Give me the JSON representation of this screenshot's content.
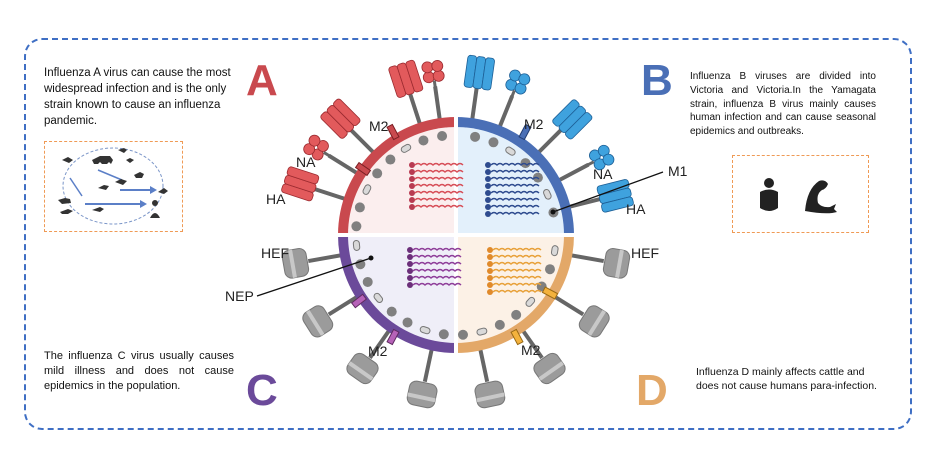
{
  "letters": {
    "a": "A",
    "b": "B",
    "c": "C",
    "d": "D"
  },
  "descriptions": {
    "a": "Influenza A virus can cause the most widespread infection and is the only strain known to cause an influenza pandemic.",
    "b": "Influenza B viruses are divided into Victoria and Victoria.In the Yamagata strain, influenza B virus mainly causes human infection and can cause seasonal epidemics and outbreaks.",
    "c": "The influenza C virus usually causes mild illness and does not cause epidemics in the population.",
    "d": "Influenza D mainly affects cattle and does not cause humans para-infection."
  },
  "labels": {
    "m2_a": "M2",
    "na_a": "NA",
    "ha_a": "HA",
    "m2_b": "M2",
    "na_b": "NA",
    "ha_b": "HA",
    "m1": "M1",
    "hef_c": "HEF",
    "nep": "NEP",
    "m2_c": "M2",
    "hef_d": "HEF",
    "m2_d": "M2"
  },
  "colors": {
    "a": "#c9494e",
    "b": "#4a6fb6",
    "c": "#6b4a9a",
    "d": "#e3a868",
    "border": "#3f6fc4",
    "inset_border": "#ef9a55",
    "particle": "#888888"
  },
  "icons": [
    "animal-hosts-icon",
    "human-icon",
    "seal-icon"
  ]
}
